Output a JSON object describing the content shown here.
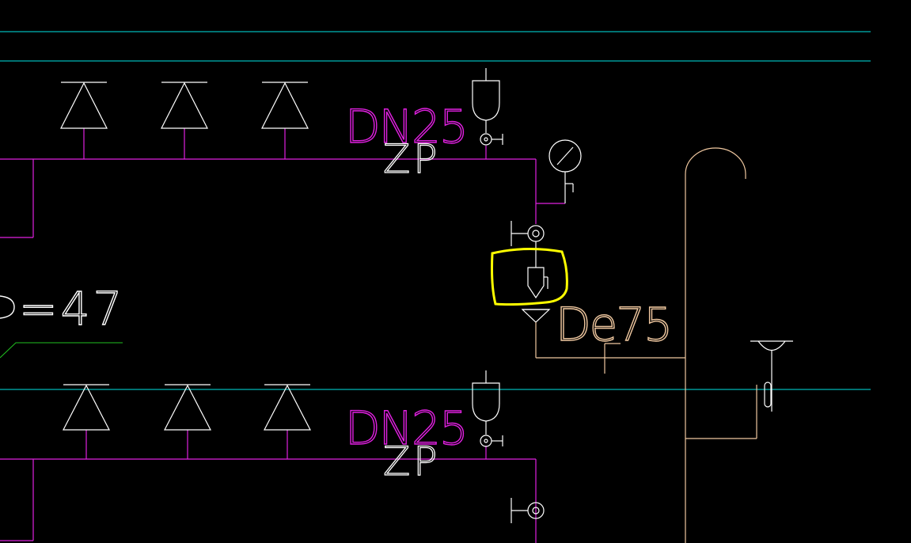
{
  "colors": {
    "background": "#000000",
    "cyan_line": "#00e5e5",
    "magenta_pipe": "#e020e0",
    "white_symbol": "#ffffff",
    "drain_pipe": "#f0c8a0",
    "green_line": "#20c020",
    "highlight": "#ffff00"
  },
  "labels": {
    "pipe_size_upper": "DN25",
    "pipe_size_lower": "DN25",
    "zone_upper": "ZP",
    "zone_lower": "ZP",
    "drain_size": "De75",
    "partial_value": "=47"
  },
  "icons": {
    "sprinkler": "sprinkler-head-icon",
    "gauge": "pressure-gauge-icon",
    "valve": "test-valve-icon",
    "end_valve": "end-test-valve-icon",
    "funnel": "drain-funnel-icon",
    "trap": "floor-drain-trap-icon"
  }
}
